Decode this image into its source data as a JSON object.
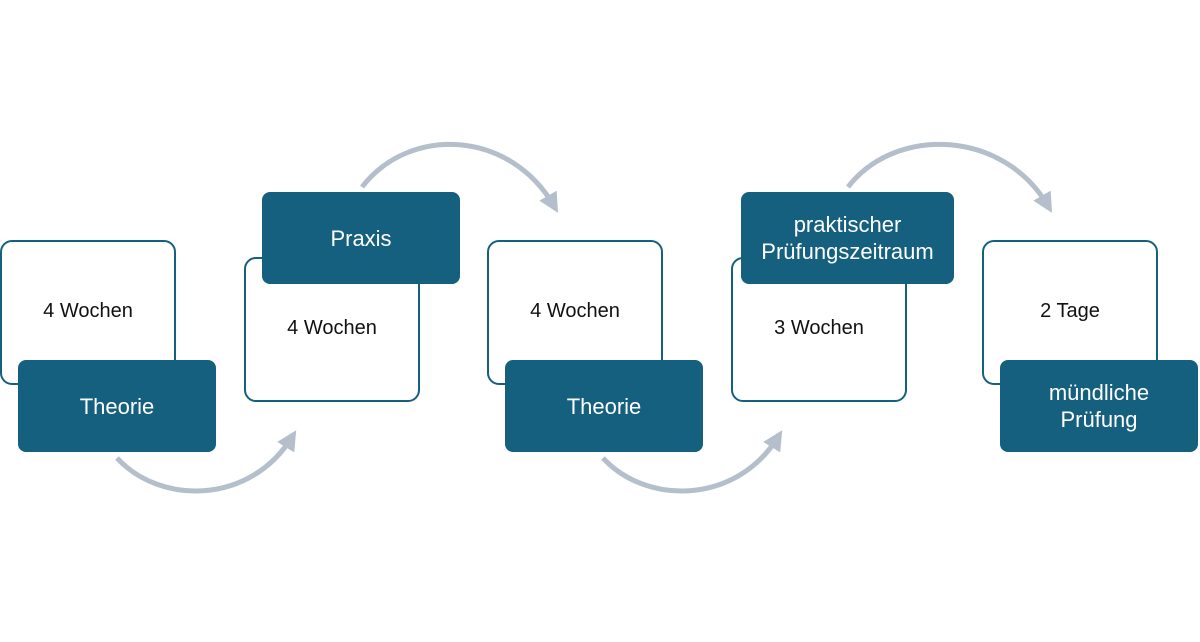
{
  "colors": {
    "accent": "#16607f",
    "arrow": "#b4bfcb",
    "text_dark": "#111111",
    "text_light": "#ffffff",
    "background": "#ffffff"
  },
  "steps": [
    {
      "phase": "Theorie",
      "duration": "4 Wochen"
    },
    {
      "phase": "Praxis",
      "duration": "4 Wochen"
    },
    {
      "phase": "Theorie",
      "duration": "4 Wochen"
    },
    {
      "phase": "praktischer\nPrüfungszeitraum",
      "duration": "3 Wochen"
    },
    {
      "phase": "mündliche\nPrüfung",
      "duration": "2 Tage"
    }
  ]
}
